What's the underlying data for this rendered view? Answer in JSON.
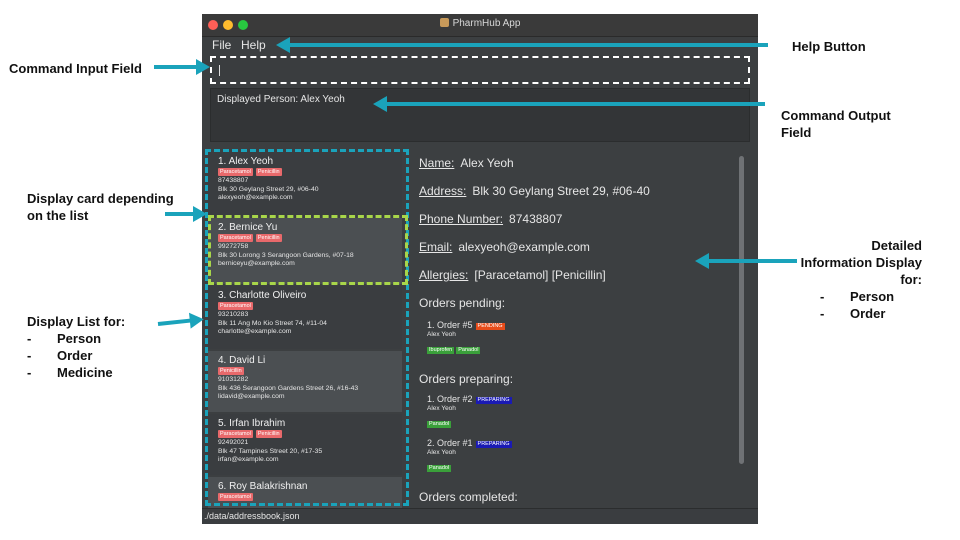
{
  "app": {
    "title": "PharmHub App",
    "menu": {
      "file": "File",
      "help": "Help"
    },
    "command_value": "",
    "result_text": "Displayed Person: Alex Yeoh",
    "status_path": "./data/addressbook.json",
    "persons": [
      {
        "name": "1.  Alex Yeoh",
        "tags": [
          "Paracetamol",
          "Penicillin"
        ],
        "phone": "87438807",
        "address": "Blk 30 Geylang Street 29, #06-40",
        "email": "alexyeoh@example.com"
      },
      {
        "name": "2.  Bernice Yu",
        "tags": [
          "Paracetamol",
          "Penicillin"
        ],
        "phone": "99272758",
        "address": "Blk 30 Lorong 3 Serangoon Gardens, #07-18",
        "email": "berniceyu@example.com"
      },
      {
        "name": "3.  Charlotte Oliveiro",
        "tags": [
          "Paracetamol"
        ],
        "phone": "93210283",
        "address": "Blk 11 Ang Mo Kio Street 74, #11-04",
        "email": "charlotte@example.com"
      },
      {
        "name": "4.  David Li",
        "tags": [
          "Penicillin"
        ],
        "phone": "91031282",
        "address": "Blk 436 Serangoon Gardens Street 26, #16-43",
        "email": "lidavid@example.com"
      },
      {
        "name": "5.  Irfan Ibrahim",
        "tags": [
          "Paracetamol",
          "Penicillin"
        ],
        "phone": "92492021",
        "address": "Blk 47 Tampines Street 20, #17-35",
        "email": "irfan@example.com"
      },
      {
        "name": "6.  Roy Balakrishnan",
        "tags": [
          "Paracetamol"
        ],
        "phone": "",
        "address": "",
        "email": ""
      }
    ],
    "detail": {
      "name_label": "Name:",
      "name": "Alex Yeoh",
      "address_label": "Address:",
      "address": "Blk 30 Geylang Street 29, #06-40",
      "phone_label": "Phone Number:",
      "phone": "87438807",
      "email_label": "Email:",
      "email": "alexyeoh@example.com",
      "allergies_label": "Allergies:",
      "allergies": "[Paracetamol]  [Penicillin]",
      "pending_heading": "Orders pending:",
      "preparing_heading": "Orders preparing:",
      "completed_heading": "Orders completed:",
      "pending": [
        {
          "title": "1.  Order #5",
          "status": "PENDING",
          "person": "Alex Yeoh",
          "meds": [
            "Ibuprofen",
            "Panadol"
          ]
        }
      ],
      "preparing": [
        {
          "title": "1.  Order #2",
          "status": "PREPARING",
          "person": "Alex Yeoh",
          "meds": [
            "Panadol"
          ]
        },
        {
          "title": "2.  Order #1",
          "status": "PREPARING",
          "person": "Alex Yeoh",
          "meds": [
            "Panadol"
          ]
        }
      ]
    }
  },
  "annotations": {
    "help_button": "Help Button",
    "command_input": "Command Input Field",
    "command_output": "Command Output Field",
    "display_card": "Display card depending on the list",
    "display_list": "Display List for:",
    "display_list_items": [
      "Person",
      "Order",
      "Medicine"
    ],
    "detailed_info": "Detailed Information Display for:",
    "detailed_info_items": [
      "Person",
      "Order"
    ]
  },
  "colors": {
    "annotation_arrow": "#1aa3bb",
    "card_highlight": "#a8d64a",
    "allergy_tag": "#e8696b",
    "pending_badge": "#e84c1a",
    "preparing_badge": "#1a1ab4",
    "medicine_tag": "#3aa03a"
  }
}
